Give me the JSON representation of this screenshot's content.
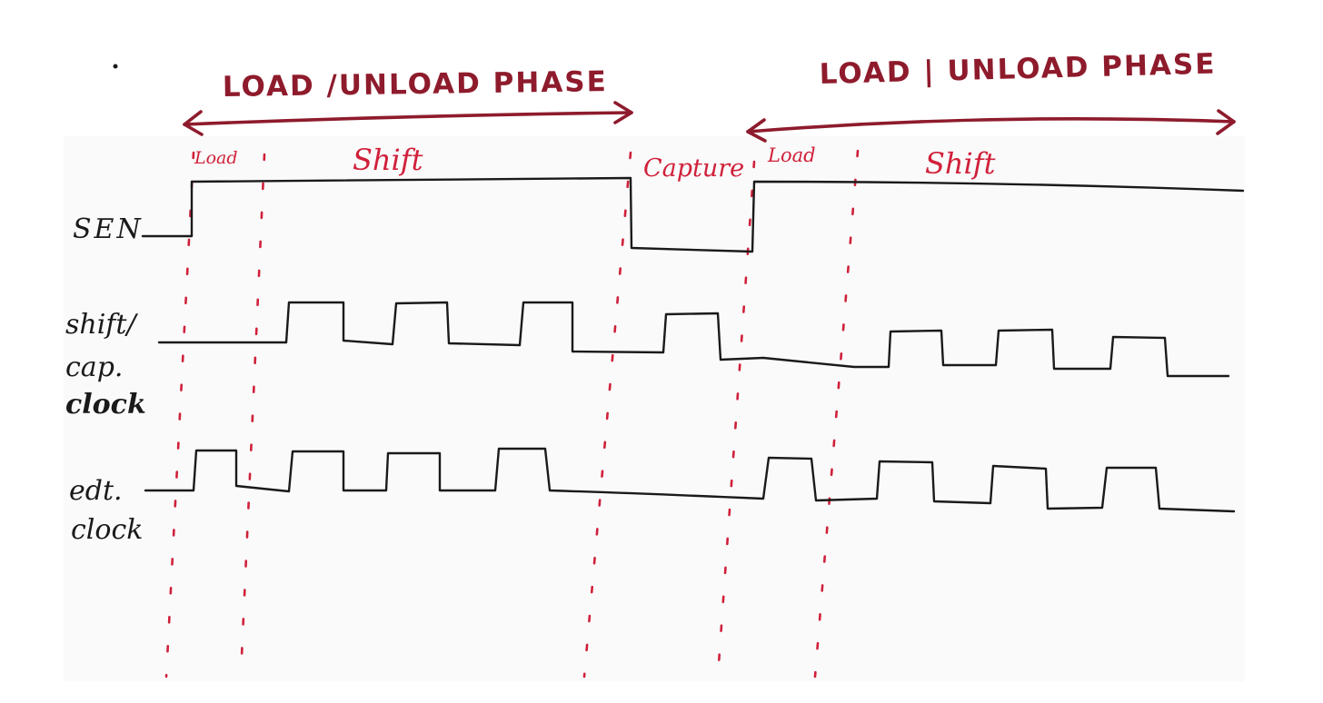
{
  "phases": {
    "first": "LOAD /UNLOAD PHASE",
    "second": "LOAD | UNLOAD PHASE"
  },
  "sections": {
    "load1": "Load",
    "shift1": "Shift",
    "capture": "Capture",
    "load2": "Load",
    "shift2": "Shift"
  },
  "signals": {
    "sen": "SEN",
    "shift_cap_line1": "shift/",
    "shift_cap_line2": "cap.",
    "shift_cap_line3": "clock",
    "edt_line1": "edt.",
    "edt_line2": "clock"
  },
  "colors": {
    "phase": "#8e1b2c",
    "section": "#d0203a",
    "ink": "#1a1a1a"
  }
}
